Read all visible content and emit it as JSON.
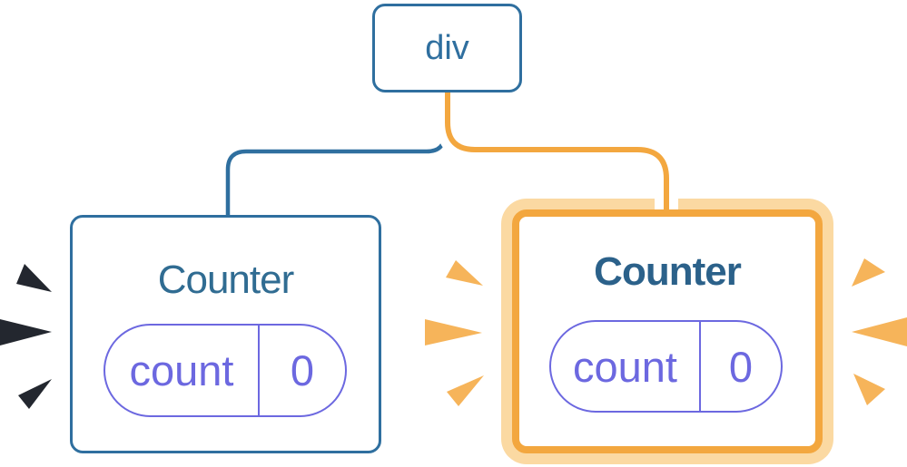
{
  "tree": {
    "root": {
      "label": "div"
    },
    "children": [
      {
        "title": "Counter",
        "state_key": "count",
        "state_value": "0",
        "highlighted": false
      },
      {
        "title": "Counter",
        "state_key": "count",
        "state_value": "0",
        "highlighted": true
      }
    ]
  },
  "colors": {
    "node_blue": "#2f6f9f",
    "title_blue": "#306c92",
    "title_blue_bold": "#2b618a",
    "state_purple": "#6c68e0",
    "highlight_orange": "#f3a73f",
    "highlight_orange_light": "#fbd9a2",
    "burst_orange": "#f6b45a",
    "burst_dark": "#23272f",
    "edge_casing": "#ffffff",
    "background": "#ffffff"
  }
}
